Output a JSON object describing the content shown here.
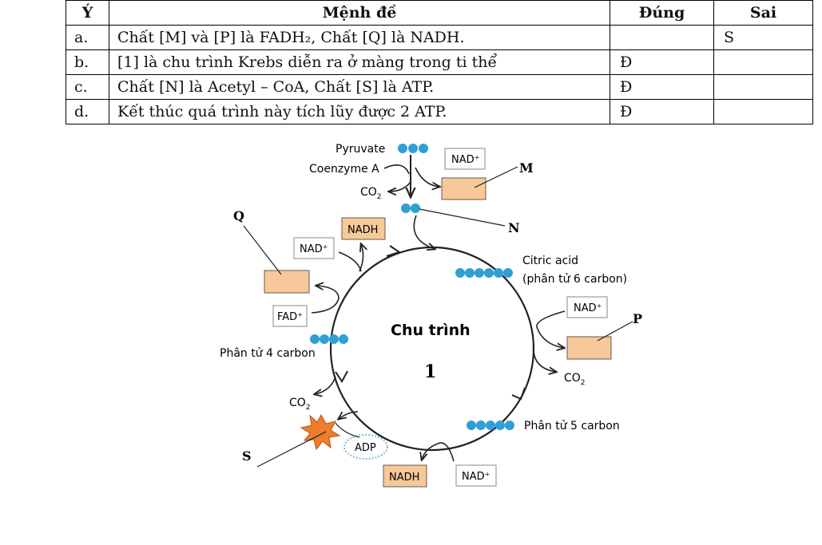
{
  "table": {
    "headers": [
      "Ý",
      "Mệnh đề",
      "Đúng",
      "Sai"
    ],
    "rows": [
      {
        "y": "a.",
        "statement": "Chất [M] và [P] là FADH₂, Chất [Q] là NADH.",
        "dung": "",
        "sai": "S"
      },
      {
        "y": "b.",
        "statement": "[1] là chu trình Krebs diễn ra ở màng trong ti thể",
        "dung": "Đ",
        "sai": ""
      },
      {
        "y": "c.",
        "statement": "Chất [N] là Acetyl – CoA, Chất [S] là ATP.",
        "dung": "Đ",
        "sai": ""
      },
      {
        "y": "d.",
        "statement": "Kết thúc quá trình này tích lũy được 2 ATP.",
        "dung": "Đ",
        "sai": ""
      }
    ]
  },
  "diagram": {
    "pyruvate": "Pyruvate",
    "coenzyme_a": "Coenzyme A",
    "co2": "CO",
    "co2_sub": "2",
    "nad_plus": "NAD⁺",
    "nadh": "NADH",
    "fad_plus": "FAD⁺",
    "adp": "ADP",
    "citric_acid_1": "Citric acid",
    "citric_acid_2": "(phân tử 6 carbon)",
    "five_carbon": "Phân tử 5 carbon",
    "four_carbon": "Phân tử 4 carbon",
    "cycle_title": "Chu trình",
    "cycle_number": "1",
    "label_m": "M",
    "label_n": "N",
    "label_p": "P",
    "label_q": "Q",
    "label_s": "S",
    "colors": {
      "molecule": "#2f9fd6",
      "box_fill": "#f6c89a",
      "box_stroke": "#6b5a48",
      "star": "#ee7d2e"
    }
  }
}
